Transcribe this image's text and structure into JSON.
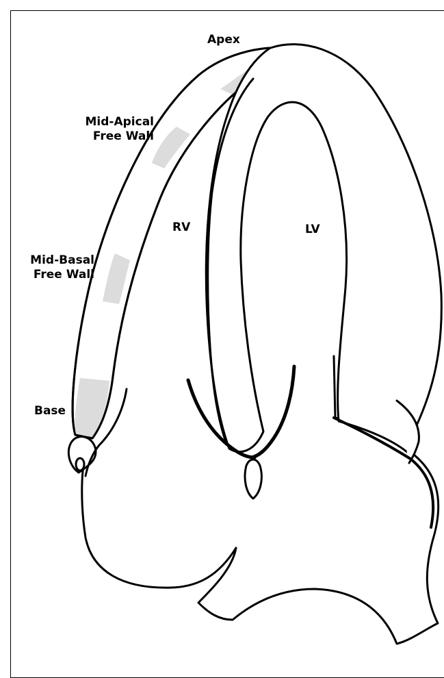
{
  "labels": {
    "apex": "Apex",
    "mid_apical": [
      "Mid-Apical",
      "Free Wall"
    ],
    "rv": "RV",
    "lv": "LV",
    "mid_basal": [
      "Mid-Basal",
      "Free Wall"
    ],
    "base": "Base"
  },
  "colors": {
    "stroke": "#000000",
    "fill": "#ffffff",
    "highlight": "#dcdcdc"
  }
}
